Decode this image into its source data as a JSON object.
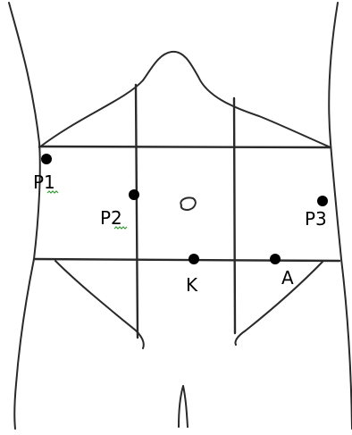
{
  "figure": {
    "labels": {
      "p1": "P1",
      "p2": "P2",
      "p3": "P3",
      "k": "K",
      "a": "A"
    },
    "colors": {
      "ink": "#2a2a2a",
      "marker": "#000000",
      "squiggle": "#3a9a3a",
      "background": "#ffffff"
    }
  }
}
